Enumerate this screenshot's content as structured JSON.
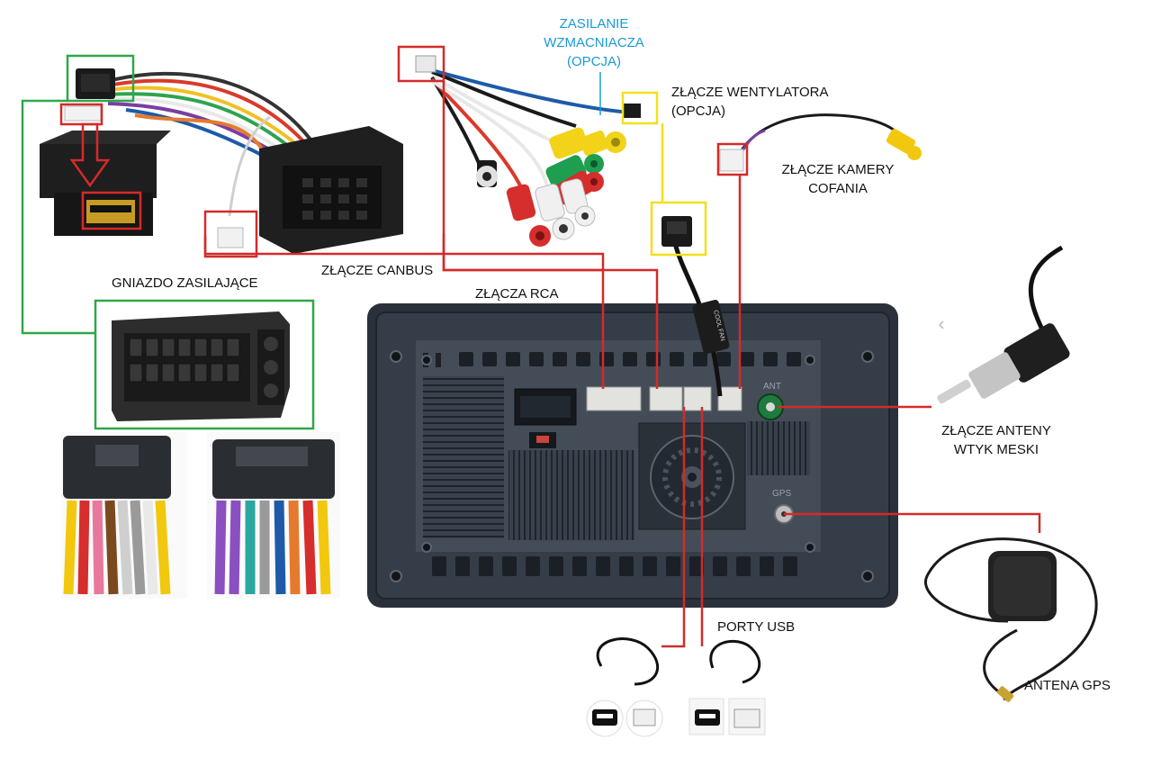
{
  "labels": {
    "amp_power": [
      "ZASILANIE",
      "WZMACNIACZA",
      "(OPCJA)"
    ],
    "fan_connector": [
      "ZŁĄCZE WENTYLATORA",
      "(OPCJA)"
    ],
    "rear_camera_connector": [
      "ZŁĄCZE KAMERY",
      "COFANIA"
    ],
    "canbus_connector": "ZŁĄCZE CANBUS",
    "rca_connectors": "ZŁĄCZA RCA",
    "power_socket": "GNIAZDO ZASILAJĄCE",
    "antenna_connector": [
      "ZŁĄCZE ANTENY",
      "WTYK MESKI"
    ],
    "usb_ports": "PORTY USB",
    "gps_antenna": "ANTENA GPS"
  },
  "panel_markings": {
    "ant": "ANT",
    "gps": "GPS",
    "fan_sleeve": "COOL FAN"
  },
  "colors": {
    "red_callout": "#d42a2a",
    "green_callout": "#2fa84a",
    "yellow_callout": "#f2e01a",
    "blue_label": "#1a9ad6",
    "unit_body": "#2c3440"
  }
}
